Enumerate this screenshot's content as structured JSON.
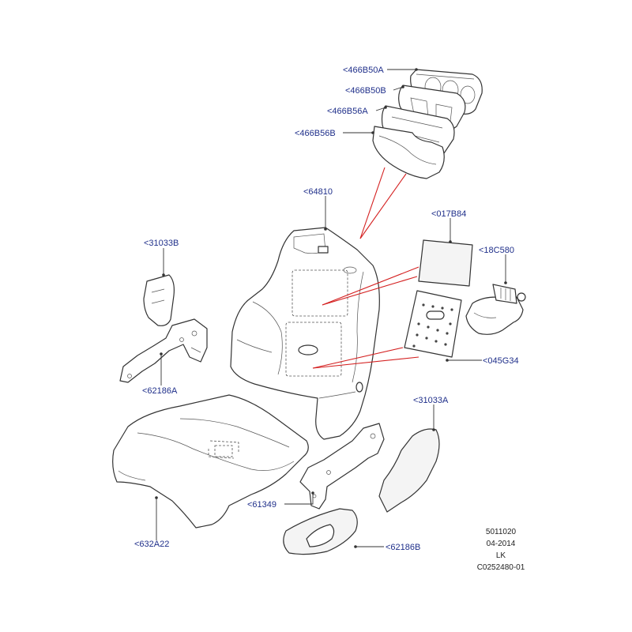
{
  "callouts": [
    {
      "id": "466B50A",
      "text": "<466B50A"
    },
    {
      "id": "466B50B",
      "text": "<466B50B"
    },
    {
      "id": "466B56A",
      "text": "<466B56A"
    },
    {
      "id": "466B56B",
      "text": "<466B56B"
    },
    {
      "id": "64810",
      "text": "<64810"
    },
    {
      "id": "017B84",
      "text": "<017B84"
    },
    {
      "id": "18C580",
      "text": "<18C580"
    },
    {
      "id": "045G34",
      "text": "<045G34"
    },
    {
      "id": "31033B",
      "text": "<31033B"
    },
    {
      "id": "62186A",
      "text": "<62186A"
    },
    {
      "id": "31033A",
      "text": "<31033A"
    },
    {
      "id": "61349",
      "text": "<61349"
    },
    {
      "id": "632A22",
      "text": "<632A22"
    },
    {
      "id": "62186B",
      "text": "<62186B"
    }
  ],
  "footer": {
    "line1": "5011020",
    "line2": "04-2014",
    "line3": "LK",
    "line4": "C0252480-01"
  },
  "colors": {
    "callout_text": "#1f2f8a",
    "leader_red": "#d42020",
    "line": "#333333"
  }
}
